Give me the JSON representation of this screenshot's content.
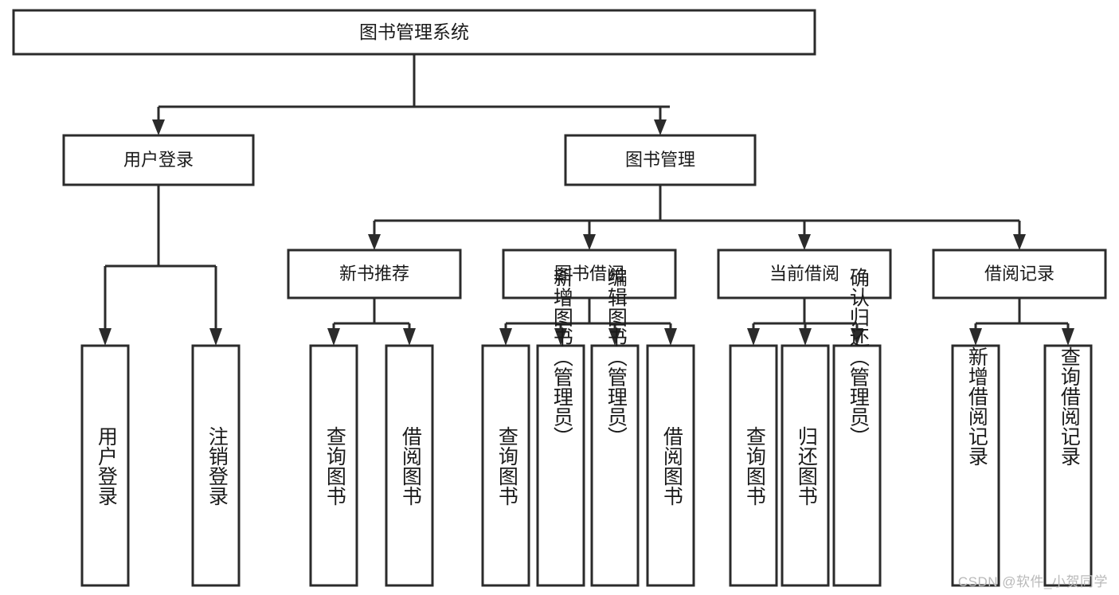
{
  "diagram": {
    "title": "图书管理系统",
    "type": "tree",
    "watermark": "CSDN @软件_小贺同学",
    "colors": {
      "stroke": "#2b2b2b",
      "fill": "#ffffff",
      "text": "#1a1a1a",
      "watermark": "#b9b9b9",
      "background": "#ffffff"
    },
    "nodes": {
      "root": {
        "label": "图书管理系统"
      },
      "level1": [
        {
          "id": "user-login",
          "label": "用户登录"
        },
        {
          "id": "book-management",
          "label": "图书管理"
        }
      ],
      "level2": [
        {
          "id": "new-book-recommend",
          "label": "新书推荐"
        },
        {
          "id": "book-borrow",
          "label": "图书借阅"
        },
        {
          "id": "current-borrow",
          "label": "当前借阅"
        },
        {
          "id": "borrow-record",
          "label": "借阅记录"
        }
      ],
      "leaves": {
        "user-login": [
          {
            "id": "leaf-user-login",
            "label": "用户登录"
          },
          {
            "id": "leaf-logout-login",
            "label": "注销登录"
          }
        ],
        "new-book-recommend": [
          {
            "id": "leaf-query-book-1",
            "label": "查询图书"
          },
          {
            "id": "leaf-borrow-book-1",
            "label": "借阅图书"
          }
        ],
        "book-borrow": [
          {
            "id": "leaf-query-book-2",
            "label": "查询图书"
          },
          {
            "id": "leaf-add-book",
            "label": "新增图书（管理员）"
          },
          {
            "id": "leaf-edit-book",
            "label": "编辑图书（管理员）"
          },
          {
            "id": "leaf-borrow-book-2",
            "label": "借阅图书"
          }
        ],
        "current-borrow": [
          {
            "id": "leaf-query-book-3",
            "label": "查询图书"
          },
          {
            "id": "leaf-return-book",
            "label": "归还图书"
          },
          {
            "id": "leaf-confirm-return",
            "label": "确认归还（管理员）"
          }
        ],
        "borrow-record": [
          {
            "id": "leaf-add-record",
            "label": "新增借阅记录"
          },
          {
            "id": "leaf-query-record",
            "label": "查询借阅记录"
          }
        ]
      }
    }
  }
}
